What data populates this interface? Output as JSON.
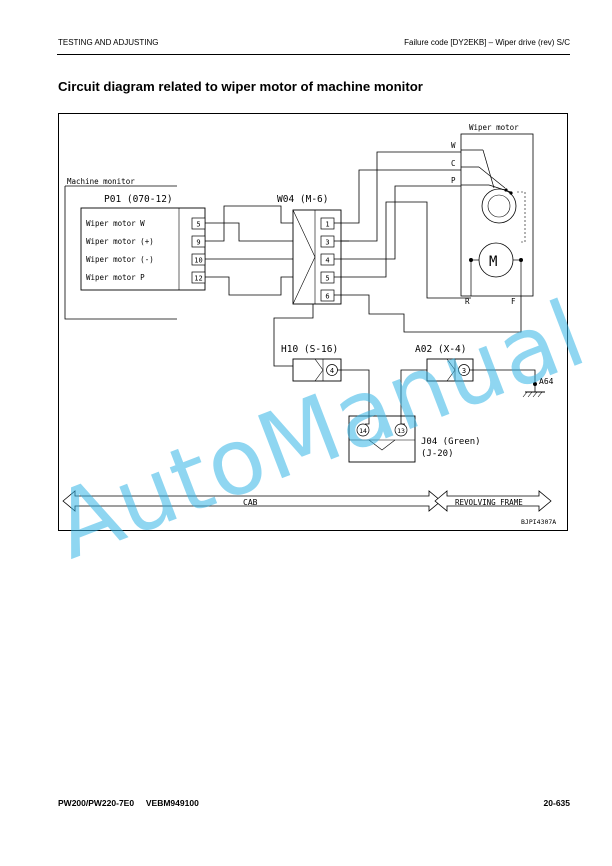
{
  "header": {
    "left": "TESTING AND ADJUSTING",
    "right": "Failure code [DY2EKB] – Wiper drive (rev) S/C"
  },
  "title": "Circuit diagram related to wiper motor of machine monitor",
  "diagram": {
    "wiper_motor_label": "Wiper motor",
    "motor_terms": [
      "W",
      "C",
      "P"
    ],
    "motor_bottom_terms": [
      "R",
      "F"
    ],
    "motor_symbol": "M",
    "machine_monitor_label": "Machine monitor",
    "p01_label": "P01 (070-12)",
    "p01_rows": [
      {
        "name": "Wiper motor W",
        "pin": "5"
      },
      {
        "name": "Wiper motor (+)",
        "pin": "9"
      },
      {
        "name": "Wiper motor (-)",
        "pin": "10"
      },
      {
        "name": "Wiper motor P",
        "pin": "12"
      }
    ],
    "w04_label": "W04 (M-6)",
    "w04_pins": [
      "1",
      "3",
      "4",
      "5",
      "6"
    ],
    "h10_label": "H10 (S-16)",
    "h10_pin": "4",
    "a02_label": "A02 (X-4)",
    "a02_pin": "3",
    "a64_label": "A64",
    "j04_label": "J04 (Green)",
    "j04_sub": "(J-20)",
    "j04_pins": [
      "14",
      "13"
    ],
    "cab_label": "CAB",
    "revolving_label": "REVOLVING FRAME",
    "figure_code": "BJPI4307A"
  },
  "watermark": "AutoManual",
  "footer": {
    "left": "PW200/PW220-7E0     VEBM949100",
    "page": "20-635"
  }
}
